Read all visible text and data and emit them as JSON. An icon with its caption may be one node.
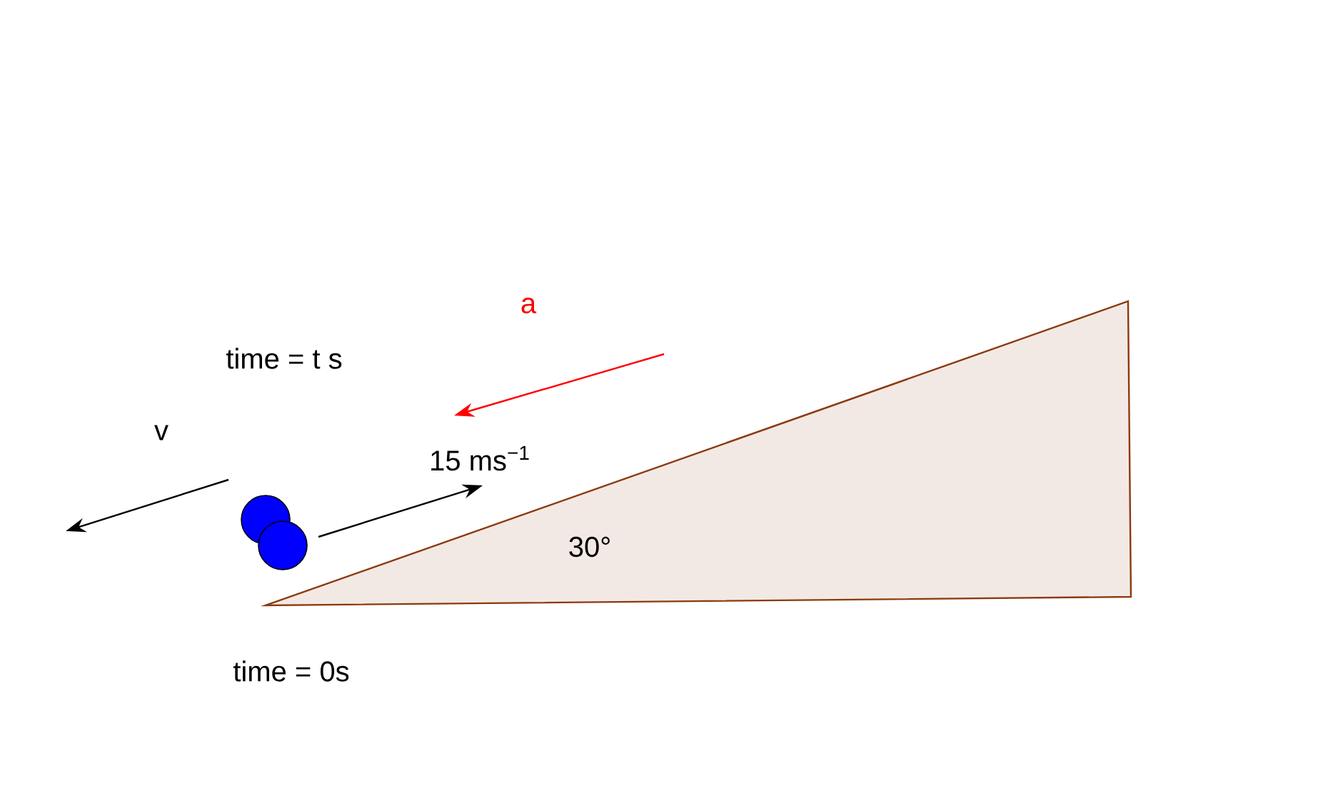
{
  "diagram": {
    "labels": [
      "a",
      "time = t s",
      "v",
      "15 ms$^{−1}$",
      "30°",
      "time = 0s"
    ]
  }
}
